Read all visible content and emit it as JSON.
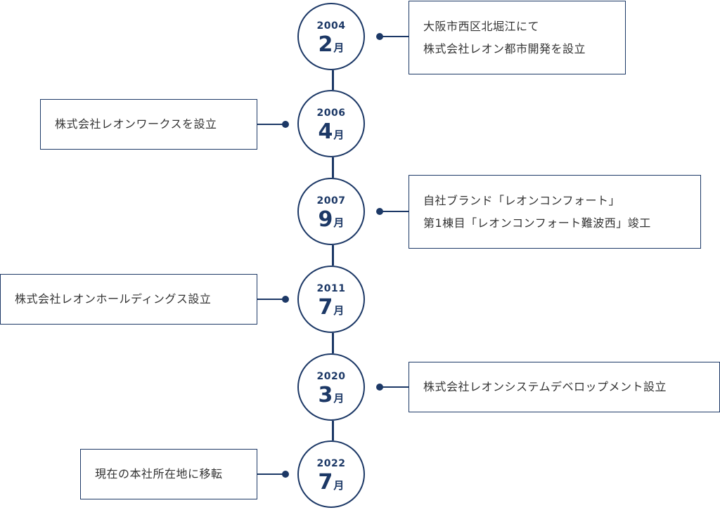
{
  "colors": {
    "accent": "#1c3866",
    "text": "#333333",
    "background": "#ffffff"
  },
  "month_unit": "月",
  "events": [
    {
      "year": "2004",
      "month": "2",
      "lines": [
        "大阪市西区北堀江にて",
        "株式会社レオン都市開発を設立"
      ],
      "side": "right"
    },
    {
      "year": "2006",
      "month": "4",
      "lines": [
        "株式会社レオンワークスを設立"
      ],
      "side": "left"
    },
    {
      "year": "2007",
      "month": "9",
      "lines": [
        "自社ブランド「レオンコンフォート」",
        "第1棟目「レオンコンフォート難波西」竣工"
      ],
      "side": "right"
    },
    {
      "year": "2011",
      "month": "7",
      "lines": [
        "株式会社レオンホールディングス設立"
      ],
      "side": "left"
    },
    {
      "year": "2020",
      "month": "3",
      "lines": [
        "株式会社レオンシステムデベロップメント設立"
      ],
      "side": "right"
    },
    {
      "year": "2022",
      "month": "7",
      "lines": [
        "現在の本社所在地に移転"
      ],
      "side": "left"
    }
  ]
}
